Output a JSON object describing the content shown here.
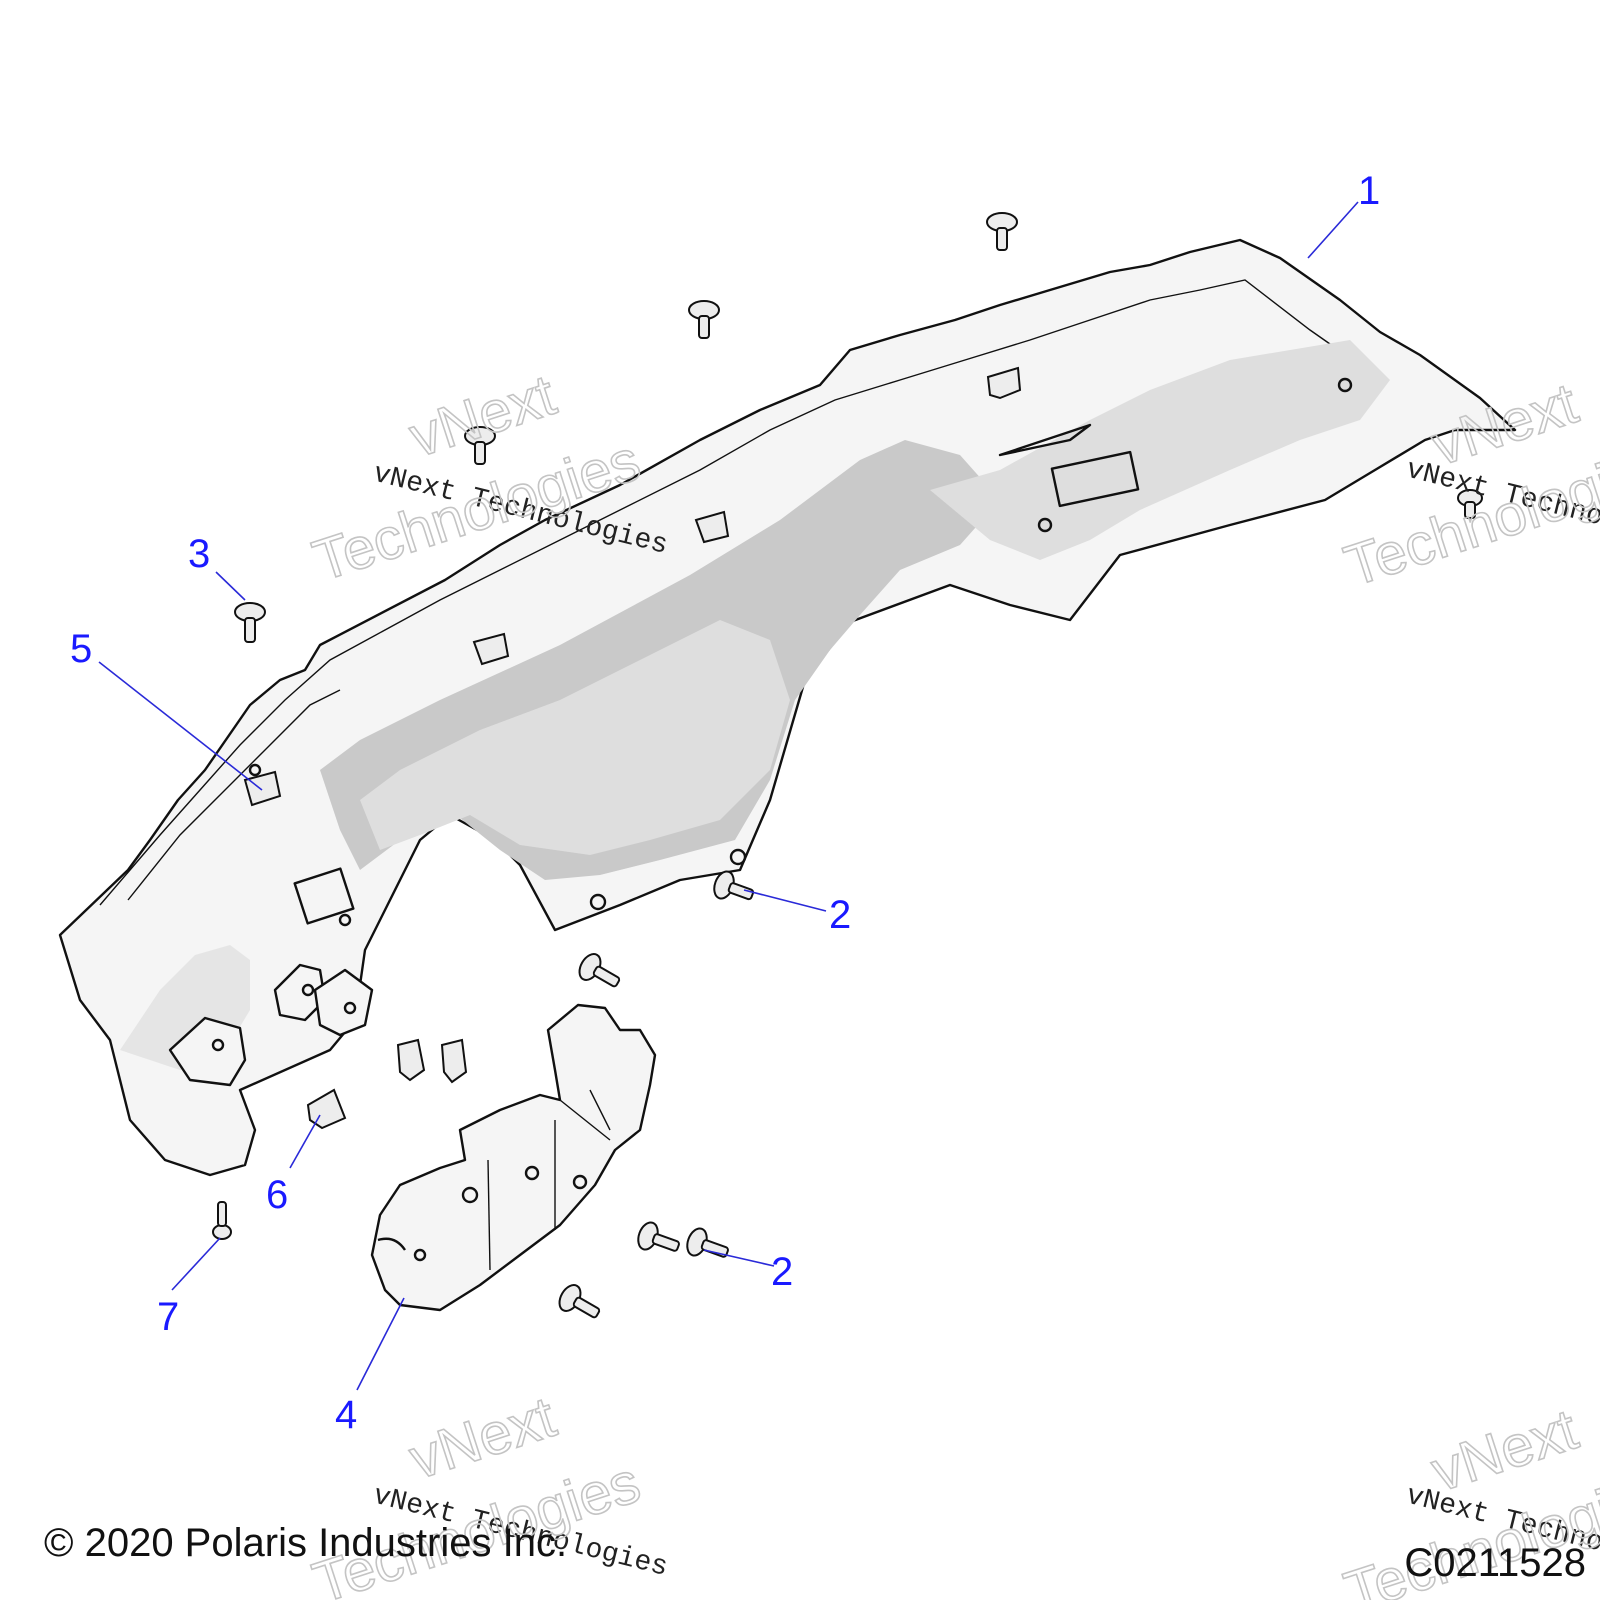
{
  "diagram": {
    "callouts": [
      {
        "id": "c1",
        "label": "1"
      },
      {
        "id": "c2a",
        "label": "2"
      },
      {
        "id": "c2b",
        "label": "2"
      },
      {
        "id": "c3",
        "label": "3"
      },
      {
        "id": "c4",
        "label": "4"
      },
      {
        "id": "c5",
        "label": "5"
      },
      {
        "id": "c6",
        "label": "6"
      },
      {
        "id": "c7",
        "label": "7"
      }
    ],
    "watermark": {
      "line_serif": "vNext Technologies",
      "line_outline_top": "vNext",
      "line_outline_bottom": "Technologies"
    },
    "copyright": "© 2020 Polaris Industries Inc.",
    "figure_code": "C0211528"
  },
  "colors": {
    "callout": "#1a1aff",
    "line": "#111111",
    "shade": "#c9c9c9",
    "watermark": "#c4c4c4"
  }
}
